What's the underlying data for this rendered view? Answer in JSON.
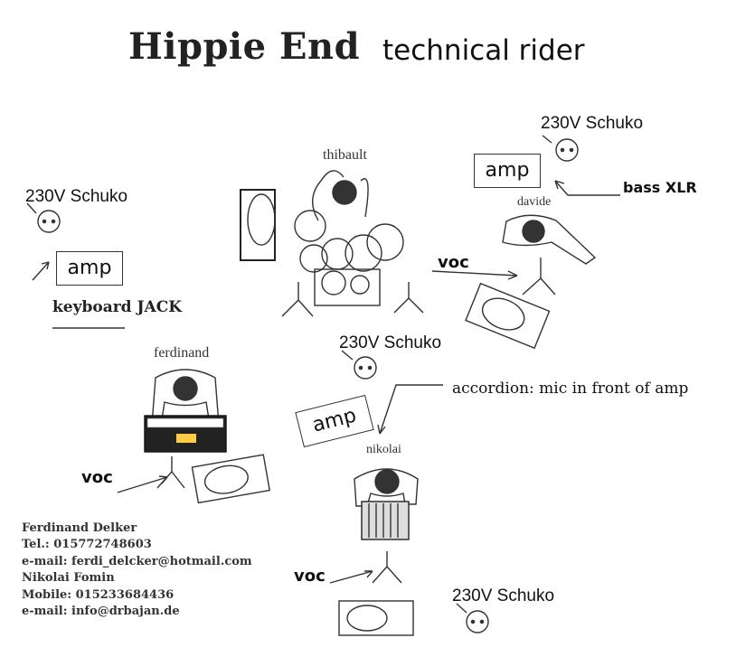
{
  "header": {
    "band": "Hippie End",
    "doc_type": "technical rider"
  },
  "outlets": {
    "label": "230V Schuko"
  },
  "amp_label": "amp",
  "voc_label": "voc",
  "musicians": {
    "thibault": "thibault",
    "davide": "davide",
    "ferdinand": "ferdinand",
    "nikolai": "nikolai"
  },
  "notes": {
    "bass": "bass XLR",
    "keyboard": "keyboard JACK",
    "accordion": "accordion: mic in front of amp"
  },
  "contacts": [
    "Ferdinand Delker",
    "Tel.: 015772748603",
    "e-mail: ferdi_delcker@hotmail.com",
    "Nikolai Fomin",
    "Mobile: 015233684436",
    "e-mail: info@drbajan.de"
  ]
}
